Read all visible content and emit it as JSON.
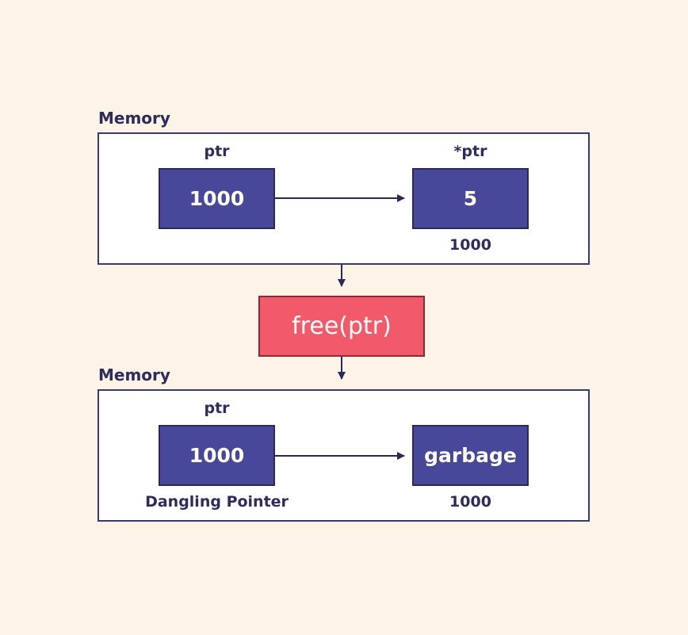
{
  "top": {
    "title": "Memory",
    "pointer_label": "ptr",
    "pointer_value": "1000",
    "target_label": "*ptr",
    "target_value": "5",
    "target_address": "1000"
  },
  "operation": "free(ptr)",
  "bottom": {
    "title": "Memory",
    "pointer_label": "ptr",
    "pointer_value": "1000",
    "pointer_caption": "Dangling Pointer",
    "target_value": "garbage",
    "target_address": "1000"
  },
  "colors": {
    "background": "#fdf3e6",
    "cell": "#48489a",
    "operation": "#f25a6a",
    "stroke": "#2a2a5a"
  }
}
